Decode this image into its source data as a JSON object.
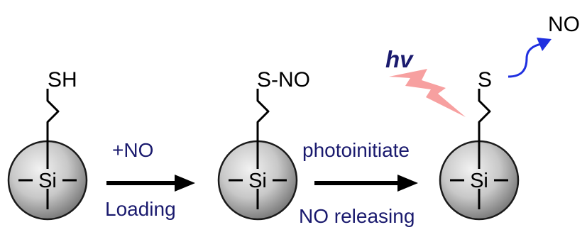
{
  "colors": {
    "sphere_light": "#f2f2f2",
    "sphere_mid": "#c8c8c8",
    "sphere_dark": "#7a7a7a",
    "text_navy": "#1a1a6e",
    "lightning": "#f7a0a0",
    "released_arrow": "#1f2fe0",
    "reaction_arrow": "#000000"
  },
  "stages": [
    {
      "core_label": "Si",
      "thiol_label": "SH"
    },
    {
      "core_label": "Si",
      "thiol_label": "S-NO"
    },
    {
      "core_label": "Si",
      "thiol_label": "S"
    }
  ],
  "steps": [
    {
      "top_label": "+NO",
      "bottom_label": "Loading"
    },
    {
      "top_label": "photoinitiate",
      "bottom_label": "NO releasing"
    }
  ],
  "light": {
    "label": "hv",
    "icon": "lightning-bolt-icon"
  },
  "released": {
    "label": "NO",
    "icon": "curved-arrow-icon"
  }
}
